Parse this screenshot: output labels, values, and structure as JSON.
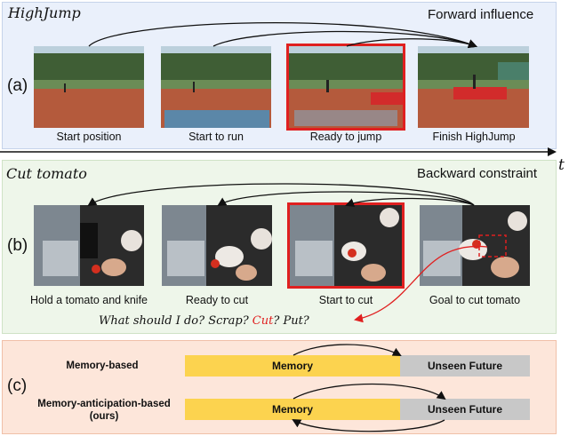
{
  "panel_a": {
    "title": "HighJump",
    "right_title": "Forward influence",
    "letter": "(a)",
    "captions": [
      "Start position",
      "Start to run",
      "Ready to jump",
      "Finish HighJump"
    ]
  },
  "time_axis_label": "t",
  "panel_b": {
    "title": "Cut tomato",
    "right_title": "Backward constraint",
    "letter": "(b)",
    "captions": [
      "Hold a tomato and knife",
      "Ready to cut",
      "Start to cut",
      "Goal to cut tomato"
    ],
    "question": {
      "part1": "What should I do?  Scrap? ",
      "highlight": "Cut",
      "part2": "? Put?"
    }
  },
  "panel_c": {
    "letter": "(c)",
    "rows": [
      {
        "label": "Memory-based",
        "memory": "Memory",
        "future": "Unseen Future"
      },
      {
        "label": "Memory-anticipation-based\n(ours)",
        "memory": "Memory",
        "future": "Unseen Future"
      }
    ]
  },
  "colors": {
    "highlight_red": "#e02020",
    "memory_yellow": "#fcd34f",
    "future_gray": "#c8c8c8"
  }
}
